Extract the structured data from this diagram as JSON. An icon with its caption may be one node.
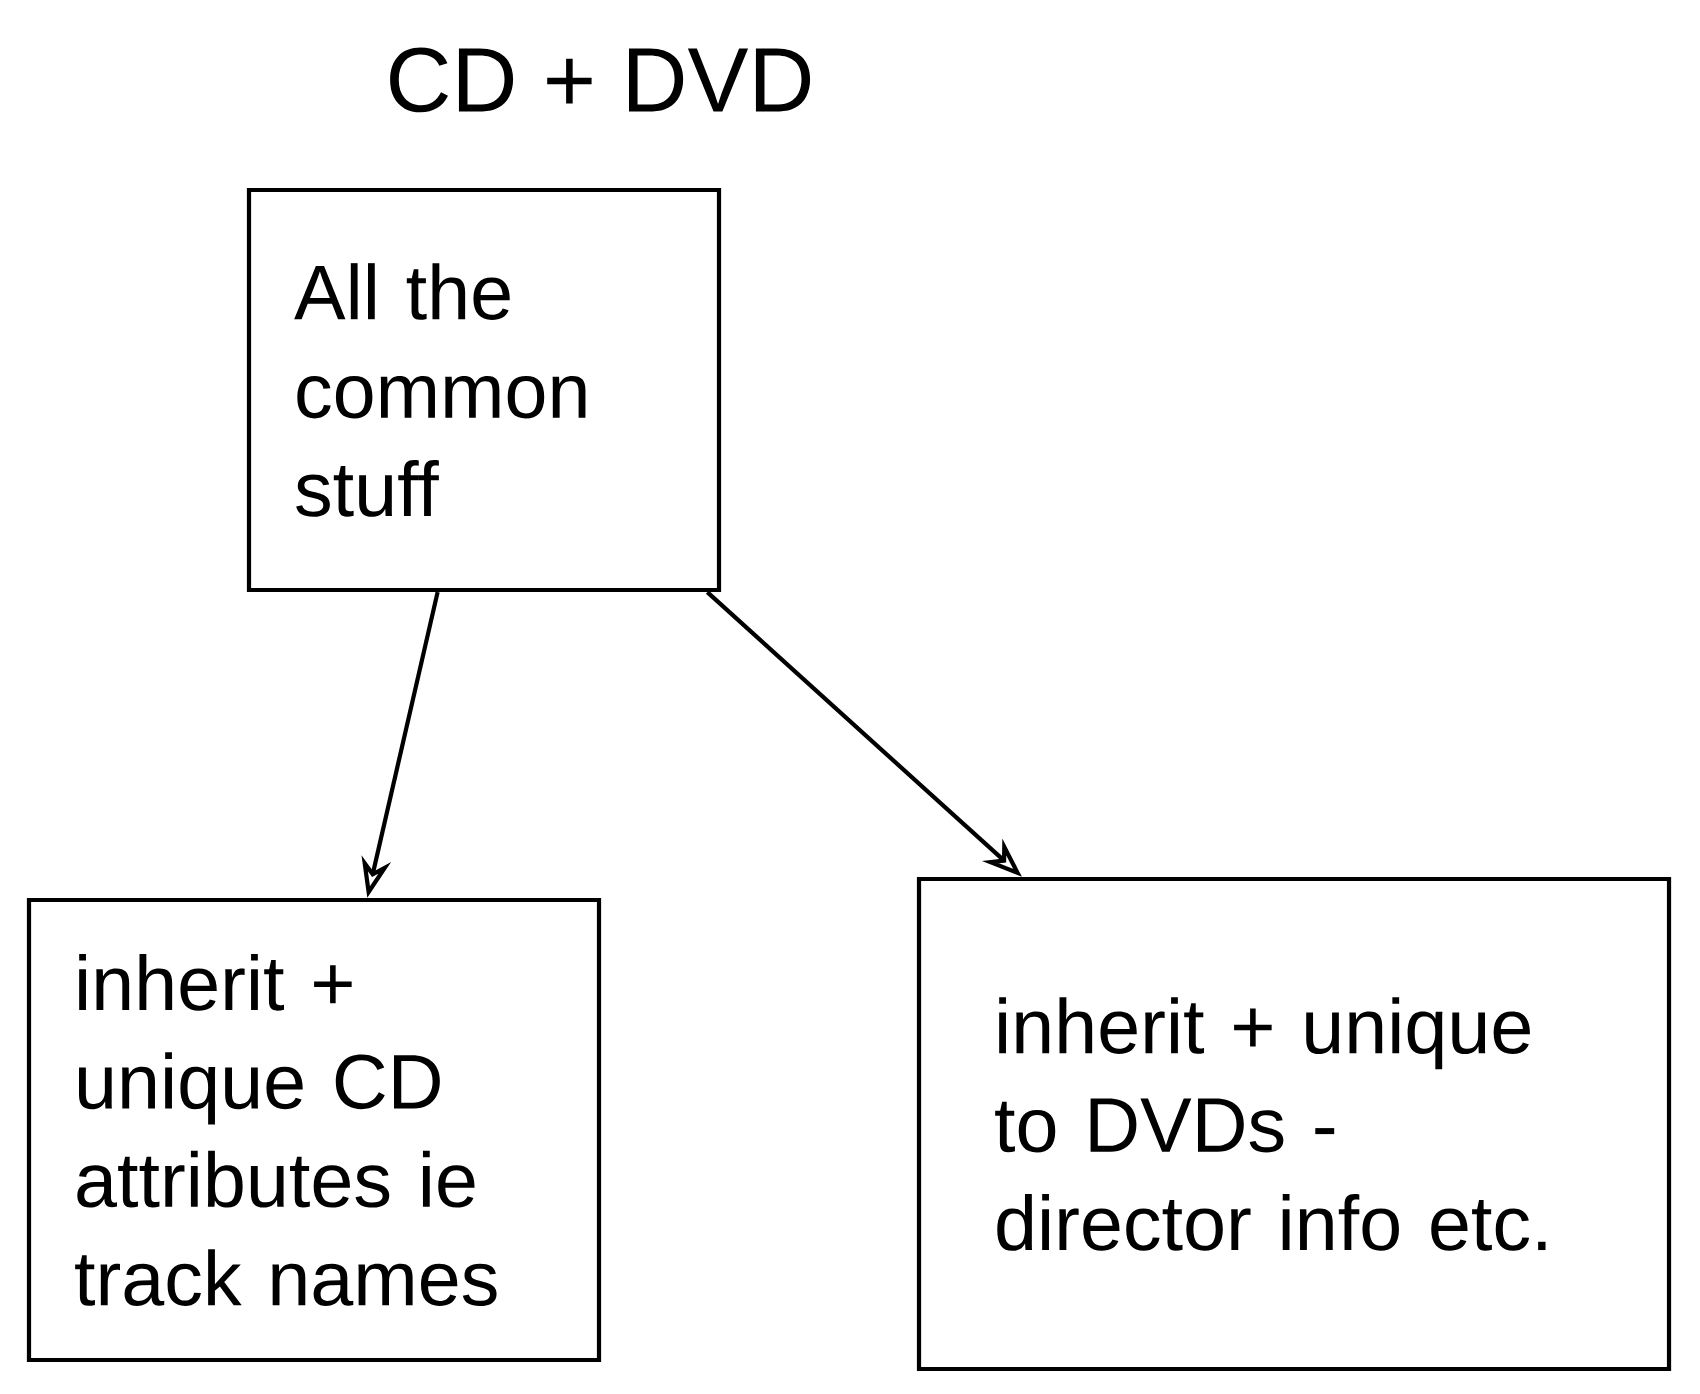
{
  "diagram": {
    "title": "CD + DVD",
    "nodes": [
      {
        "text": [
          "All the common stuff"
        ]
      },
      {
        "text": [
          "inherit + unique CD attributes ie track names"
        ]
      },
      {
        "text": [
          "inherit + unique to DVDs - director info etc."
        ]
      }
    ],
    "edges": [
      {
        "from": 0,
        "to": 1,
        "arrow": "to"
      },
      {
        "from": 0,
        "to": 2,
        "arrow": "to"
      }
    ]
  }
}
